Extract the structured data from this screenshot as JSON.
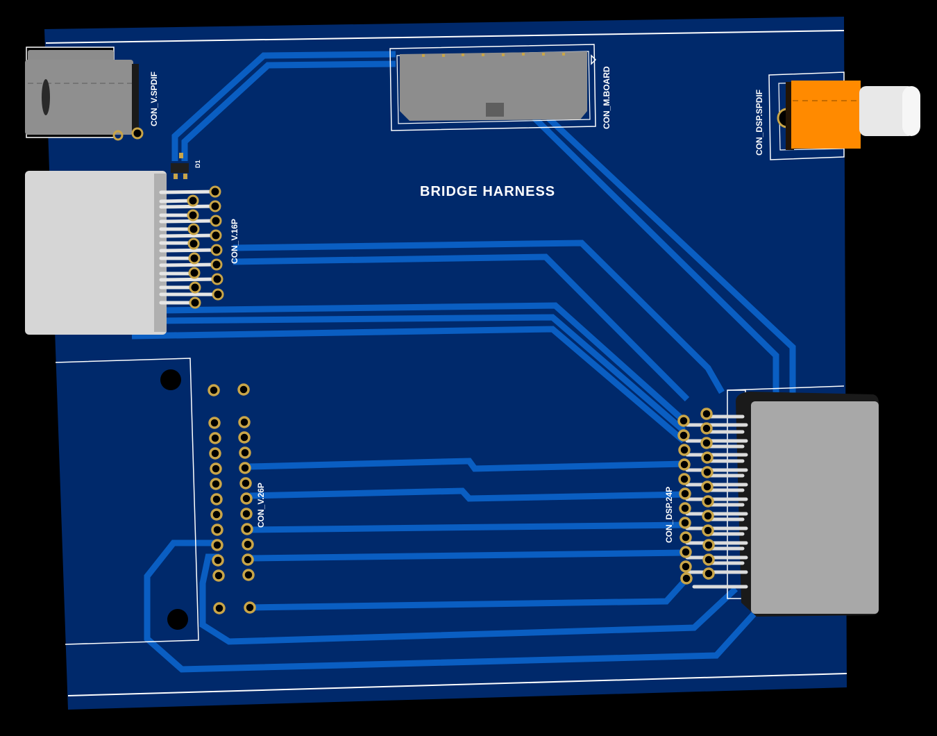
{
  "scene": {
    "background": "#000000",
    "board_color": "#00296b",
    "trace_color": "#0a5ec2",
    "silkscreen_color": "#ffffff",
    "pad_color": "#c9a548",
    "connector_body_gray": "#8f8f8f",
    "connector_body_light": "#d2d2d2",
    "orange_jack": "#ff8a00",
    "board_title": "BRIDGE HARNESS"
  },
  "components": {
    "con_v_spdif": {
      "label": "CON_V.SPDIF"
    },
    "con_m_board": {
      "label": "CON_M.BOARD"
    },
    "con_dsp_spdif": {
      "label": "CON_DSP.SPDIF"
    },
    "d1": {
      "label": "D1"
    },
    "con_v_16p": {
      "label": "CON_V.16P",
      "pin_count": 16
    },
    "con_v_26p": {
      "label": "CON_V.26P",
      "pin_count": 26
    },
    "con_dsp_24p": {
      "label": "CON_DSP.24P",
      "pin_count": 24
    }
  }
}
